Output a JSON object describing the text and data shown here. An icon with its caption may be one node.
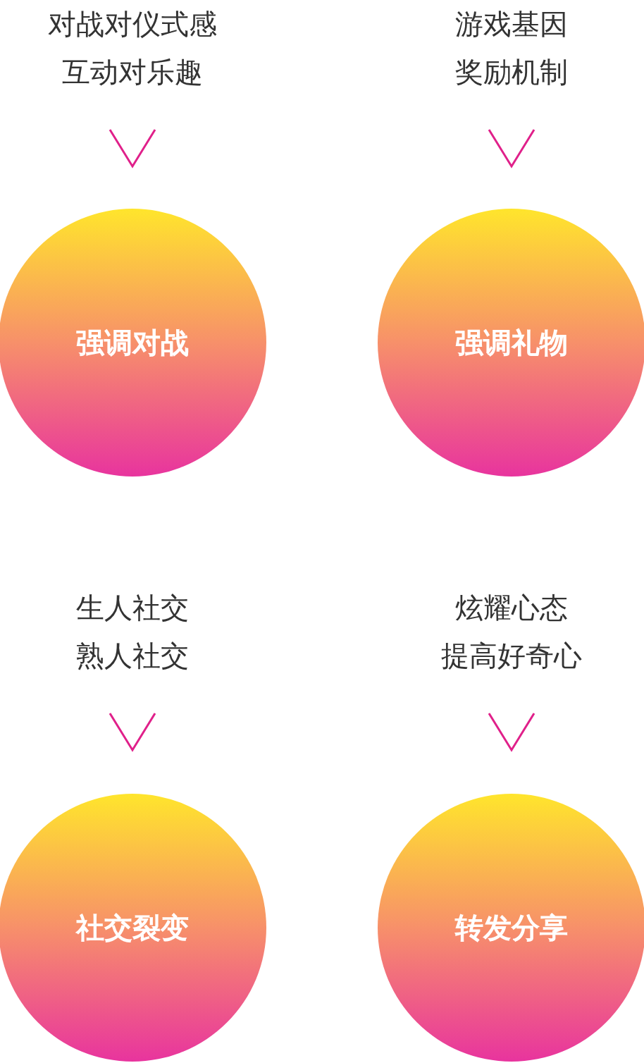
{
  "diagram": {
    "nodes": [
      {
        "text": [
          "对战对仪式感",
          "互动对乐趣"
        ]
      },
      {
        "text": [
          "游戏基因",
          "奖励机制"
        ]
      },
      {
        "text": [
          "强调对战"
        ]
      },
      {
        "text": [
          "强调礼物"
        ]
      },
      {
        "text": [
          "生人社交",
          "熟人社交"
        ]
      },
      {
        "text": [
          "炫耀心态",
          "提高好奇心"
        ]
      },
      {
        "text": [
          "社交裂变"
        ]
      },
      {
        "text": [
          "转发分享"
        ]
      }
    ],
    "edges": [
      {
        "from": 0,
        "to": 2,
        "arrow": "to"
      },
      {
        "from": 1,
        "to": 3,
        "arrow": "to"
      },
      {
        "from": 4,
        "to": 6,
        "arrow": "to"
      },
      {
        "from": 5,
        "to": 7,
        "arrow": "to"
      }
    ]
  }
}
